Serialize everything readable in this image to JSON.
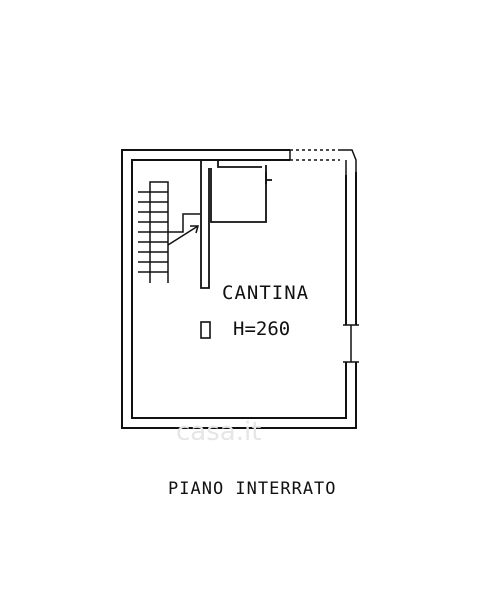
{
  "plan": {
    "room_name": "CANTINA",
    "room_height": "H=260",
    "floor_title": "PIANO INTERRATO"
  },
  "colors": {
    "ink": "#111111",
    "background": "#ffffff"
  }
}
